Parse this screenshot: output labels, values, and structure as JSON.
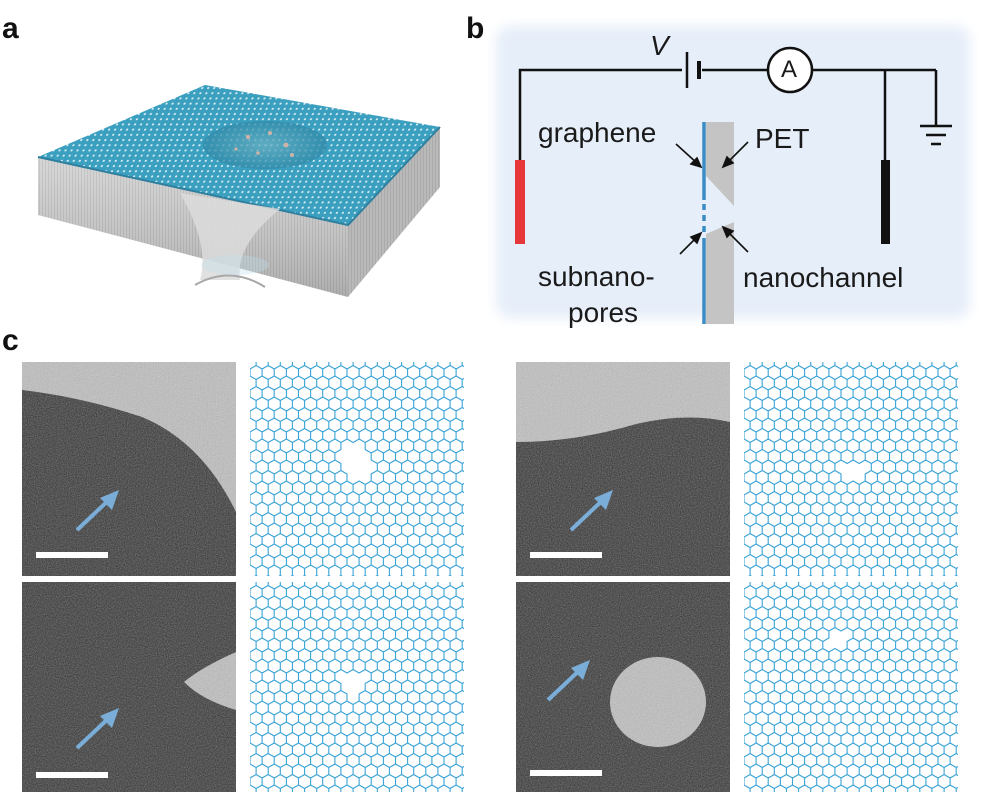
{
  "panels": {
    "a": {
      "letter": "a"
    },
    "b": {
      "letter": "b",
      "voltage_label": "V",
      "ammeter_label": "A",
      "labels": {
        "graphene": "graphene",
        "pet": "PET",
        "subnanopores_line1": "subnano-",
        "subnanopores_line2": "pores",
        "nanochannel": "nanochannel"
      },
      "colors": {
        "graphene": "#3b8cc4",
        "left_electrode": "#e8373a",
        "right_electrode": "#111111",
        "pet": "#c4c4c4",
        "background": "#eaf1fa"
      }
    },
    "c": {
      "letter": "c",
      "tiles": [
        {
          "name": "tem-top-left",
          "kind": "tem"
        },
        {
          "name": "lattice-top-left",
          "kind": "lattice"
        },
        {
          "name": "tem-top-right",
          "kind": "tem"
        },
        {
          "name": "lattice-top-right",
          "kind": "lattice"
        },
        {
          "name": "tem-bottom-left",
          "kind": "tem"
        },
        {
          "name": "lattice-bottom-left",
          "kind": "lattice"
        },
        {
          "name": "tem-bottom-right",
          "kind": "tem"
        },
        {
          "name": "lattice-bottom-right",
          "kind": "lattice"
        }
      ],
      "arrow_color": "#7aaed8",
      "lattice_color": "#3aa3d6"
    }
  }
}
